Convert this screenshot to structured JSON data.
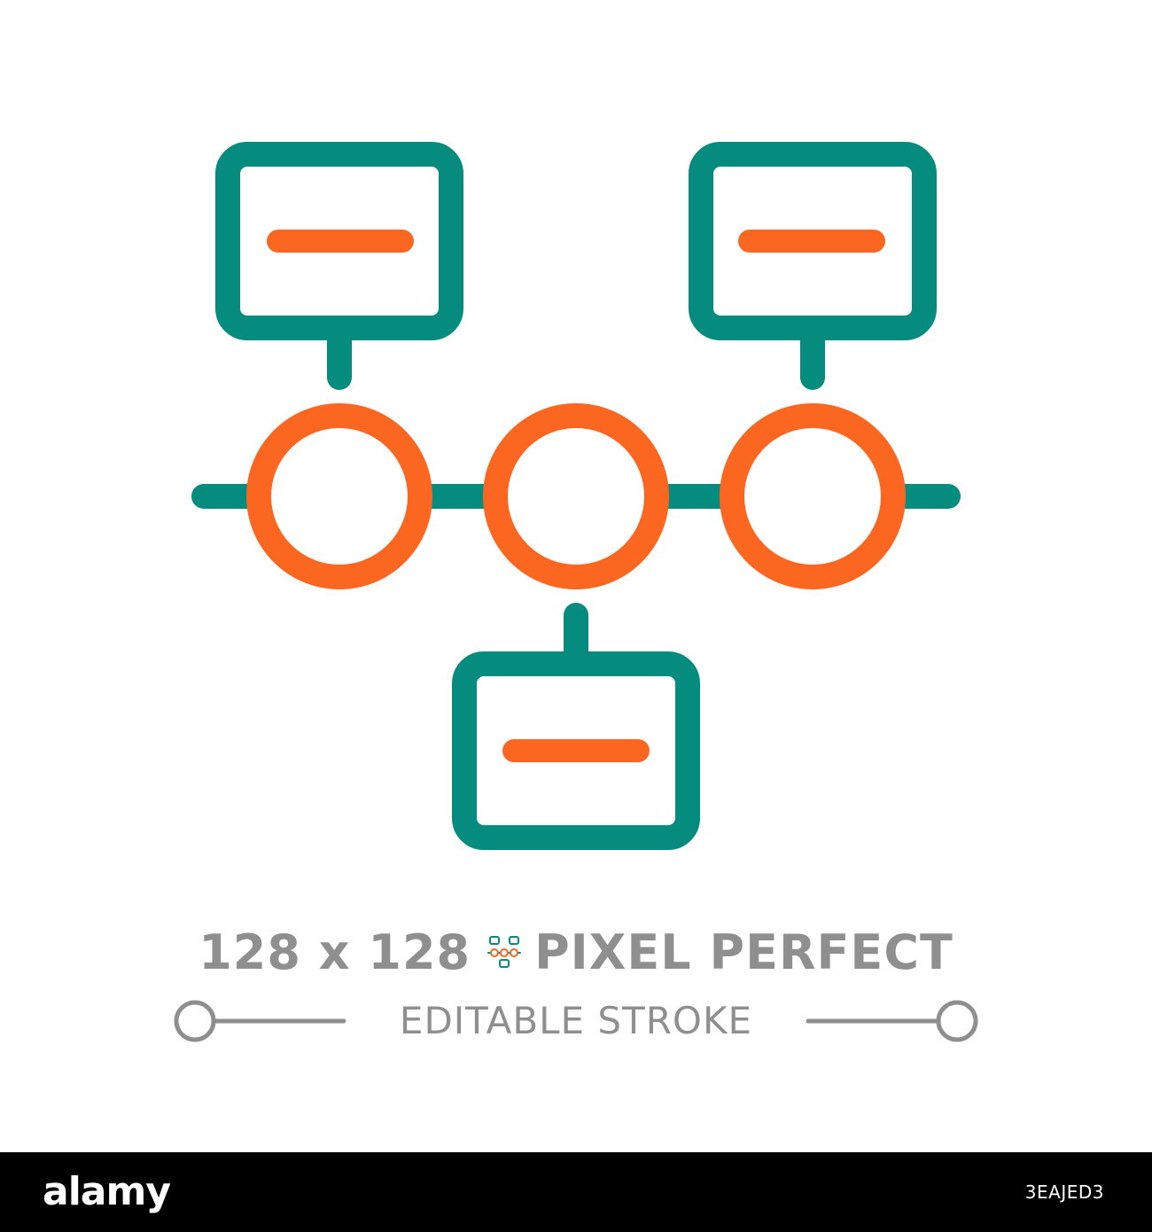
{
  "colors": {
    "teal": "#068b7f",
    "orange": "#fb6621",
    "caption_gray": "#8f8f8f",
    "footer_bg": "#000000",
    "footer_text": "#ffffff"
  },
  "icon": {
    "name": "timeline-icon",
    "boxes": 3,
    "circles": 3
  },
  "caption": {
    "size_left": "128 x 128",
    "mini_icon": "timeline-mini-icon",
    "pixel_perfect": "PIXEL PERFECT",
    "editable_stroke": "EDITABLE STROKE"
  },
  "footer": {
    "brand": "alamy",
    "image_id": "3EAJED3"
  }
}
